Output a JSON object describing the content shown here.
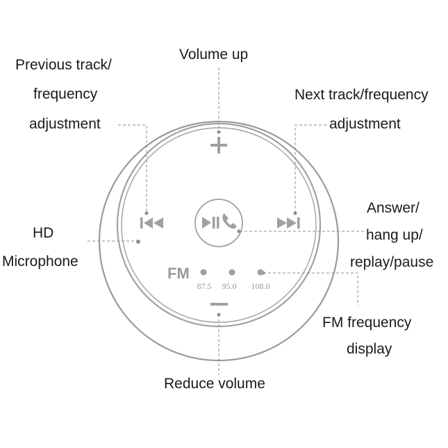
{
  "labels": {
    "volume_up": "Volume up",
    "previous_line1": "Previous track/",
    "previous_line2": "frequency",
    "previous_line3": "adjustment",
    "next_line1": "Next track/frequency",
    "next_line2": "adjustment",
    "hd": "HD",
    "microphone": "Microphone",
    "answer_line1": "Answer/",
    "answer_line2": "hang up/",
    "answer_line3": "replay/pause",
    "fm_display_line1": "FM frequency",
    "fm_display_line2": "display",
    "reduce_volume": "Reduce volume"
  },
  "device": {
    "fm_label": "FM",
    "frequencies": [
      "87.5",
      "95.0",
      "108.0"
    ]
  },
  "colors": {
    "device_stroke": "#9a9a9a",
    "icon_gray": "#a0a0a0",
    "leader_line": "#8c8c8c",
    "text": "#1a1a1a"
  }
}
